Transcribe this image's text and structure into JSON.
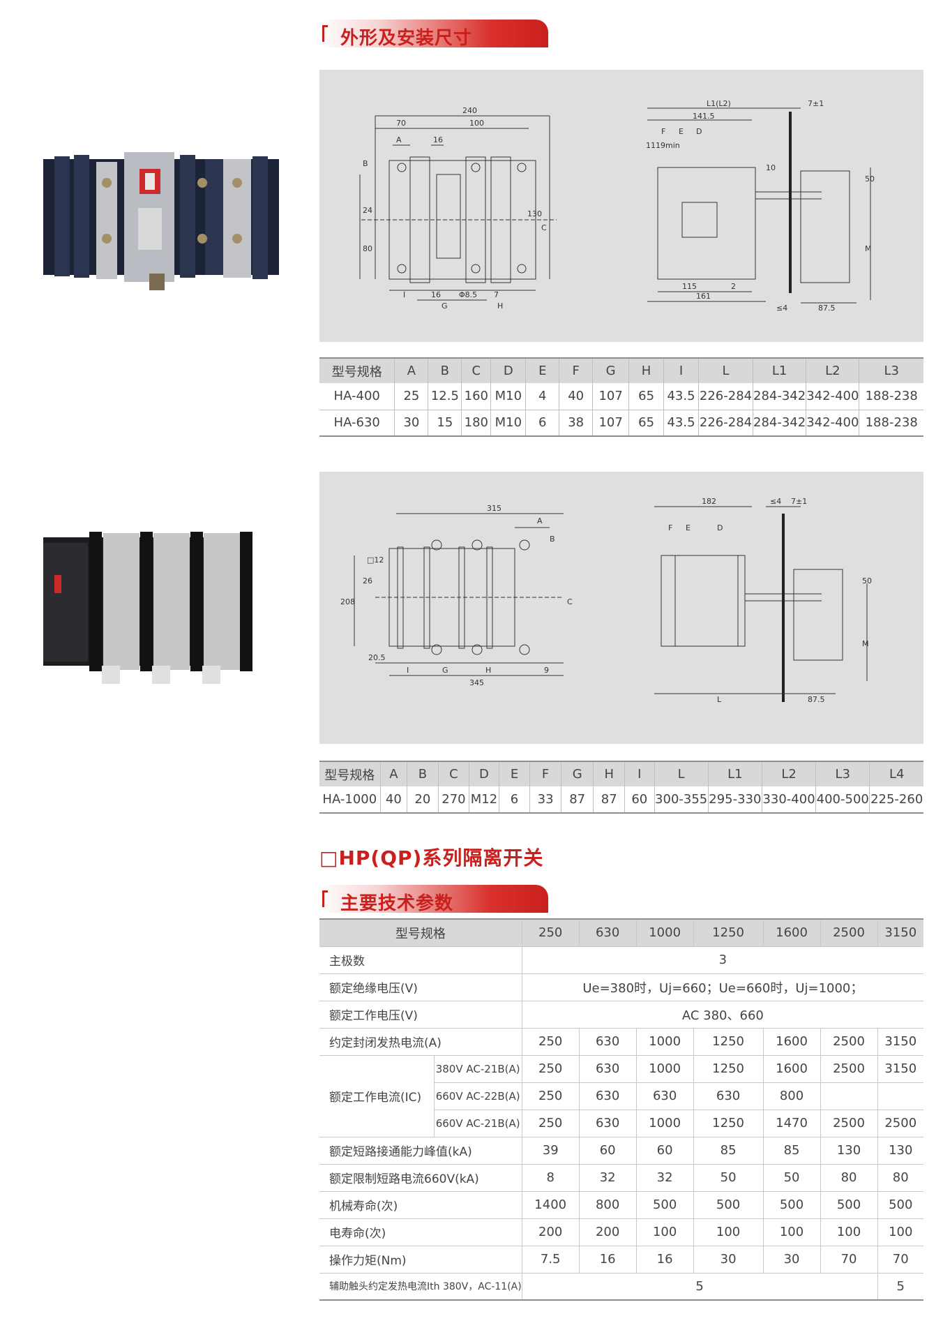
{
  "section1": {
    "title": "外形及安装尺寸"
  },
  "section2": {
    "series_title": "□HP(QP)系列隔离开关",
    "title": "主要技术参数"
  },
  "diagram1": {
    "labels": [
      "240",
      "70",
      "100",
      "A",
      "16",
      "B",
      "24",
      "80",
      "130",
      "C",
      "I",
      "16",
      "Φ8.5",
      "7",
      "G",
      "H",
      "L1(L2)",
      "7±1",
      "141.5",
      "F",
      "E",
      "D",
      "11",
      "19min",
      "10",
      "50",
      "M",
      "115",
      "2",
      "161",
      "≤4",
      "87.5"
    ]
  },
  "diagram2": {
    "labels": [
      "315",
      "A",
      "B",
      "□12",
      "26",
      "208",
      "C",
      "20.5",
      "I",
      "G",
      "H",
      "9",
      "345",
      "182",
      "≤4",
      "7±1",
      "F",
      "E",
      "D",
      "50",
      "M",
      "L",
      "87.5"
    ]
  },
  "table1": {
    "headers": [
      "型号规格",
      "A",
      "B",
      "C",
      "D",
      "E",
      "F",
      "G",
      "H",
      "I",
      "L",
      "L1",
      "L2",
      "L3"
    ],
    "rows": [
      [
        "HA-400",
        "25",
        "12.5",
        "160",
        "M10",
        "4",
        "40",
        "107",
        "65",
        "43.5",
        "226-284",
        "284-342",
        "342-400",
        "188-238"
      ],
      [
        "HA-630",
        "30",
        "15",
        "180",
        "M10",
        "6",
        "38",
        "107",
        "65",
        "43.5",
        "226-284",
        "284-342",
        "342-400",
        "188-238"
      ]
    ]
  },
  "table2": {
    "headers": [
      "型号规格",
      "A",
      "B",
      "C",
      "D",
      "E",
      "F",
      "G",
      "H",
      "I",
      "L",
      "L1",
      "L2",
      "L3",
      "L4"
    ],
    "rows": [
      [
        "HA-1000",
        "40",
        "20",
        "270",
        "M12",
        "6",
        "33",
        "87",
        "87",
        "60",
        "300-355",
        "295-330",
        "330-400",
        "400-500",
        "225-260"
      ]
    ]
  },
  "params": {
    "header": [
      "型号规格",
      "250",
      "630",
      "1000",
      "1250",
      "1600",
      "2500",
      "3150"
    ],
    "main_poles": {
      "label": "主极数",
      "value": "3"
    },
    "insulation_voltage": {
      "label": "额定绝缘电压(V)",
      "value": "Ue=380时，Uj=660；Ue=660时，Uj=1000；"
    },
    "working_voltage": {
      "label": "额定工作电压(V)",
      "value": "AC 380、660"
    },
    "thermal_current": {
      "label": "约定封闭发热电流(A)",
      "values": [
        "250",
        "630",
        "1000",
        "1250",
        "1600",
        "2500",
        "3150"
      ]
    },
    "working_current": {
      "label": "额定工作电流(IC)",
      "rows": [
        {
          "sub": "380V AC-21B(A)",
          "values": [
            "250",
            "630",
            "1000",
            "1250",
            "1600",
            "2500",
            "3150"
          ]
        },
        {
          "sub": "660V AC-22B(A)",
          "values": [
            "250",
            "630",
            "630",
            "630",
            "800",
            "",
            ""
          ]
        },
        {
          "sub": "660V AC-21B(A)",
          "values": [
            "250",
            "630",
            "1000",
            "1250",
            "1470",
            "2500",
            "2500"
          ]
        }
      ]
    },
    "making_capacity": {
      "label": "额定短路接通能力峰值(kA)",
      "values": [
        "39",
        "60",
        "60",
        "85",
        "85",
        "130",
        "130"
      ]
    },
    "limited_current": {
      "label": "额定限制短路电流660V(kA)",
      "values": [
        "8",
        "32",
        "32",
        "50",
        "50",
        "80",
        "80"
      ]
    },
    "mech_life": {
      "label": "机械寿命(次)",
      "values": [
        "1400",
        "800",
        "500",
        "500",
        "500",
        "500",
        "500"
      ]
    },
    "elec_life": {
      "label": "电寿命(次)",
      "values": [
        "200",
        "200",
        "100",
        "100",
        "100",
        "100",
        "100"
      ]
    },
    "torque": {
      "label": "操作力矩(Nm)",
      "values": [
        "7.5",
        "16",
        "16",
        "30",
        "30",
        "70",
        "70"
      ]
    },
    "aux_current": {
      "label": "辅助触头约定发热电流Ith 380V，AC-11(A)",
      "value_a": "5",
      "value_b": "5"
    }
  }
}
